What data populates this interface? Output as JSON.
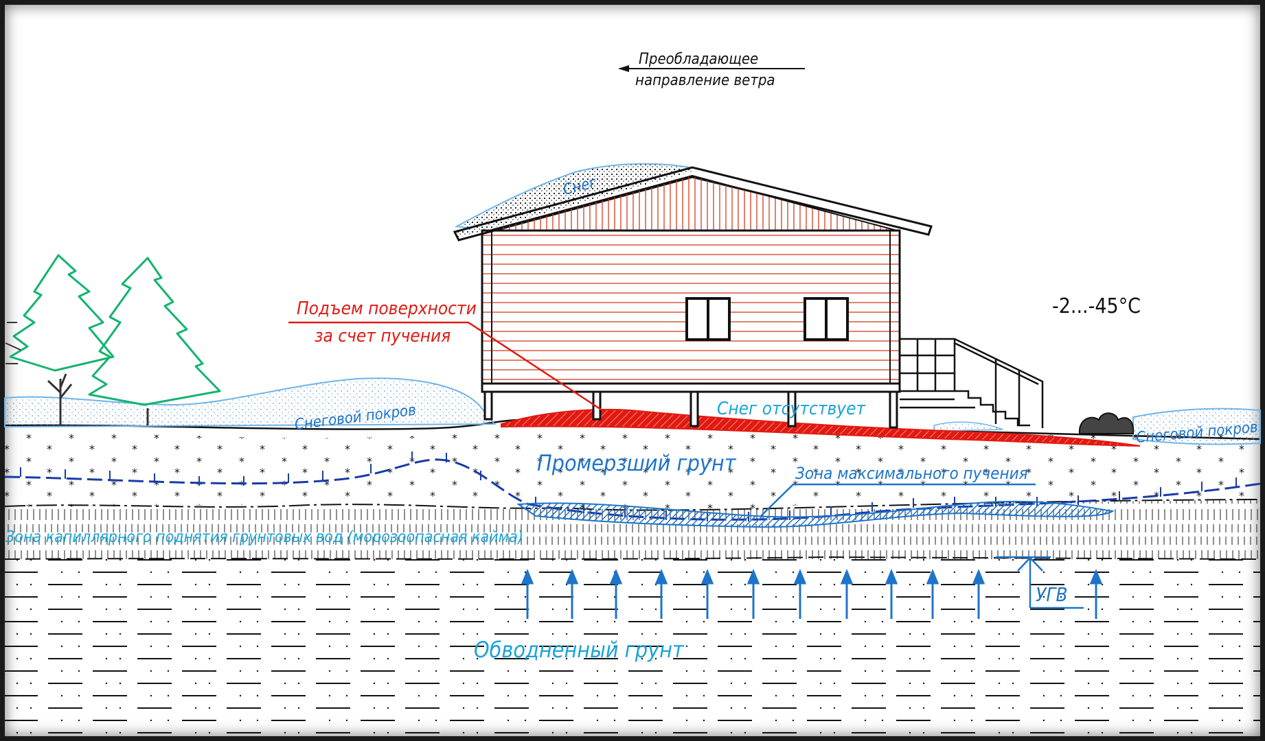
{
  "wind": {
    "line1": "Преобладающее",
    "line2": "направление ветра"
  },
  "labels": {
    "snow_roof": "Снег",
    "heave_line1": "Подъем поверхности",
    "heave_line2": "за счет пучения",
    "temperature": "-2...-45°C",
    "snow_cover_left": "Снеговой покров",
    "no_snow": "Снег отсутствует",
    "snow_cover_right": "Снеговой покров",
    "frozen_soil": "Промерзший грунт",
    "max_heave_zone": "Зона максимального пучения",
    "capillary_zone": "Зона капиллярного поднятия грунтовых вод (морозоопасная кайма)",
    "groundwater_level": "УГВ",
    "saturated_soil": "Обводненный грунт"
  },
  "colors": {
    "ink": "#111111",
    "label_blue": "#1e74c9",
    "cyan": "#22b2e6",
    "red": "#e01a12",
    "tree_green": "#13b46e",
    "snow_blue": "#2e8bd6",
    "house_line": "#d23a1e"
  }
}
